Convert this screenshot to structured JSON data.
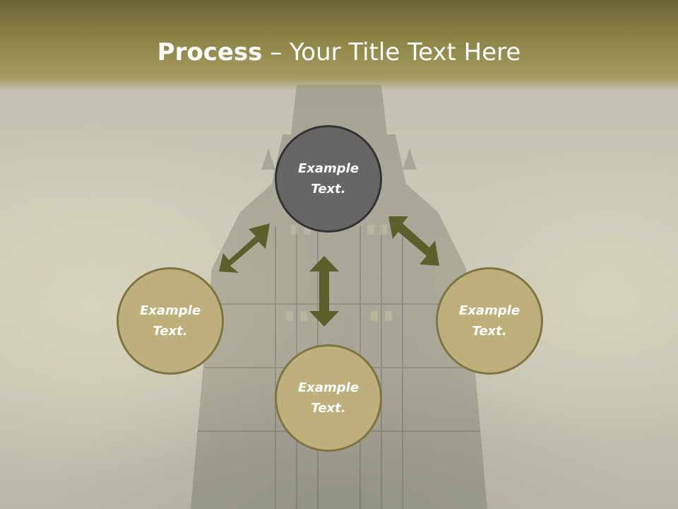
{
  "slide": {
    "title_bold": "Process",
    "title_separator": " – ",
    "title_rest": "Your Title Text Here"
  },
  "nodes": {
    "center_top": {
      "text": "Example\nText."
    },
    "left": {
      "text": "Example\nText."
    },
    "bottom": {
      "text": "Example\nText."
    },
    "right": {
      "text": "Example\nText."
    }
  },
  "colors": {
    "header": "#8a8244",
    "center_node_fill": "#666666",
    "center_node_border": "#333333",
    "gold_node_fill": "#bdb07a",
    "gold_node_border": "#7e7444",
    "arrow": "#5d5f2a"
  }
}
